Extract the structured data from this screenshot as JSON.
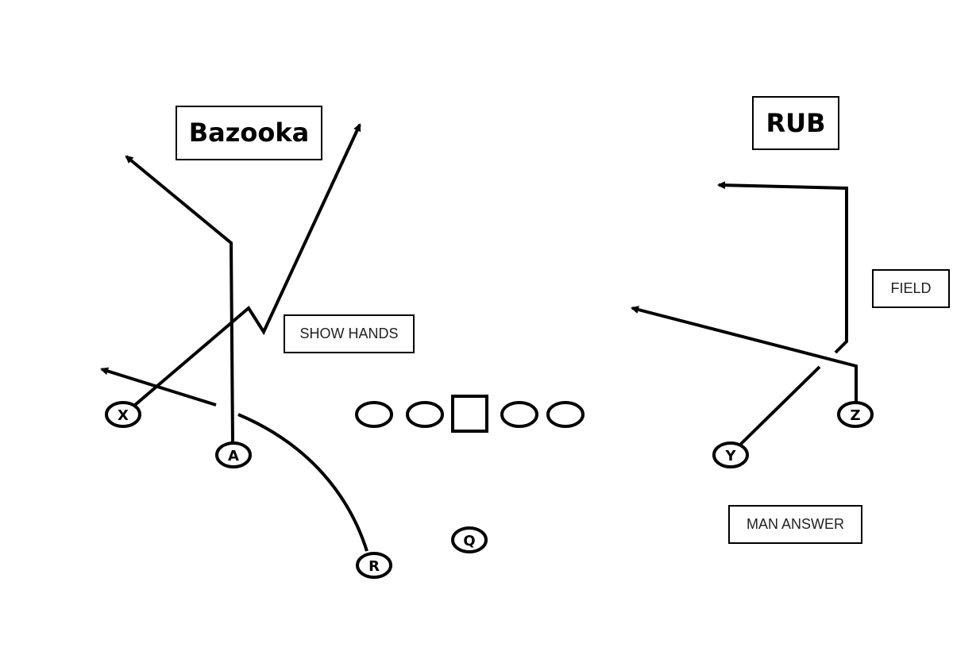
{
  "colors": {
    "ink": "#000000",
    "paper": "#ffffff"
  },
  "titles": {
    "left": "Bazooka",
    "right": "RUB"
  },
  "notes": {
    "show_hands": "SHOW HANDS",
    "field": "FIELD",
    "man_answer": "MAN ANSWER"
  },
  "players": {
    "x": "X",
    "a": "A",
    "r": "R",
    "q": "Q",
    "y": "Y",
    "z": "Z"
  },
  "linemen": [
    "lineman",
    "lineman",
    "center",
    "lineman",
    "lineman"
  ]
}
